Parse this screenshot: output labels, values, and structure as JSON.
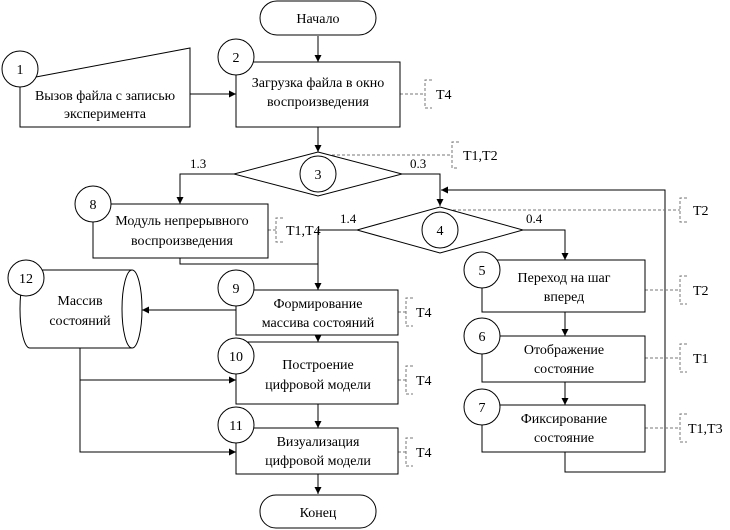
{
  "nodes": {
    "start": "Начало",
    "end": "Конец",
    "n1": {
      "num": "1",
      "lines": [
        "Вызов файла с записью",
        "эксперимента"
      ]
    },
    "n2": {
      "num": "2",
      "lines": [
        "Загрузка файла в окно",
        "воспроизведения"
      ]
    },
    "n3": {
      "num": "3"
    },
    "n4": {
      "num": "4"
    },
    "n5": {
      "num": "5",
      "lines": [
        "Переход на шаг",
        "вперед"
      ]
    },
    "n6": {
      "num": "6",
      "lines": [
        "Отображение",
        "состояние"
      ]
    },
    "n7": {
      "num": "7",
      "lines": [
        "Фиксирование",
        "состояние"
      ]
    },
    "n8": {
      "num": "8",
      "lines": [
        "Модуль непрерывного",
        "воспроизведения"
      ]
    },
    "n9": {
      "num": "9",
      "lines": [
        "Формирование",
        "массива состояний"
      ]
    },
    "n10": {
      "num": "10",
      "lines": [
        "Построение",
        "цифровой модели"
      ]
    },
    "n11": {
      "num": "11",
      "lines": [
        "Визуализация",
        "цифровой модели"
      ]
    },
    "n12": {
      "num": "12",
      "lines": [
        "Массив",
        "состояний"
      ]
    }
  },
  "branches": {
    "d3_left": "1.3",
    "d3_right": "0.3",
    "d4_left": "1.4",
    "d4_right": "0.4"
  },
  "annotations": {
    "a2": "T4",
    "a3": "T1,T2",
    "a4": "T2",
    "a5": "T2",
    "a6": "T1",
    "a7": "T1,T3",
    "a8": "T1,T4",
    "a9": "T4",
    "a10": "T4",
    "a11": "T4"
  }
}
